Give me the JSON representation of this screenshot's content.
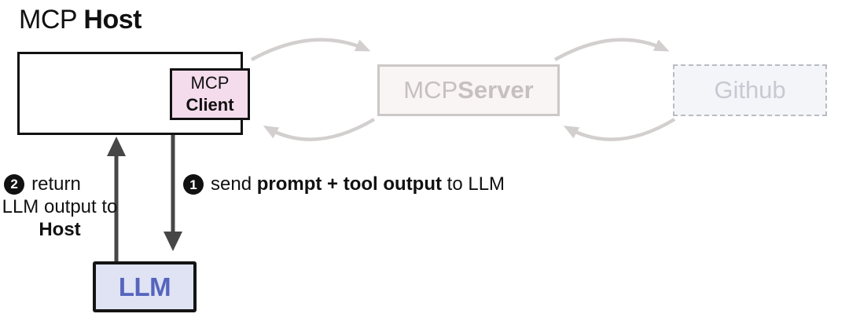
{
  "title": {
    "regular": "MCP ",
    "bold": "Host"
  },
  "nodes": {
    "client": {
      "line1": "MCP",
      "line2": "Client"
    },
    "server": {
      "regular": "MCP ",
      "bold": "Server"
    },
    "github": {
      "label": "Github"
    },
    "llm": {
      "label": "LLM"
    }
  },
  "steps": {
    "one": {
      "number": "1",
      "pre": "send ",
      "bold": "prompt + tool output",
      "post": " to LLM"
    },
    "two": {
      "number": "2",
      "line1": "return",
      "line2": "LLM output to",
      "line3": "Host"
    }
  },
  "icons": {
    "cycle_arrows": "curved-cycle-arrow",
    "straight_arrows": "straight-arrow"
  },
  "colors": {
    "ink": "#111111",
    "client_fill": "#f4dcec",
    "server_fill": "#faf5f5",
    "server_stroke": "#cdc8c8",
    "faded_text": "#c6c0c0",
    "github_fill": "#f3f5f9",
    "github_stroke": "#b9bcc2",
    "github_text": "#c7cad1",
    "llm_fill": "#dfe3f4",
    "llm_border": "#141414",
    "llm_text": "#5565bd",
    "arrow_dark": "#474747",
    "arrow_light": "#d3cfcf",
    "badge_bg": "#111111",
    "badge_text": "#ffffff"
  }
}
